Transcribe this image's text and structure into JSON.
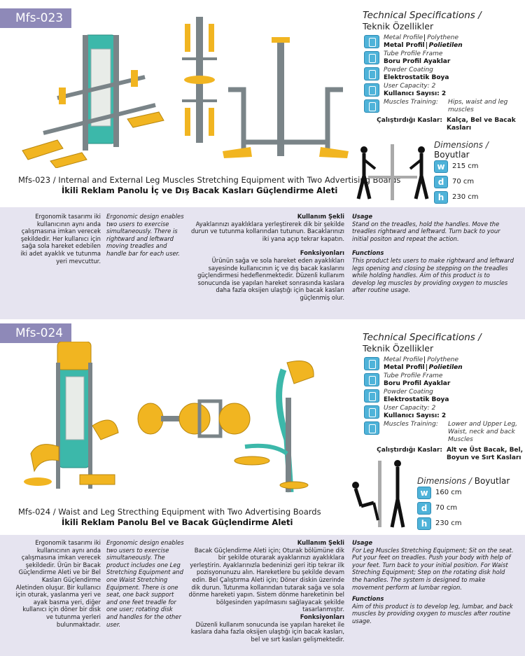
{
  "products": [
    {
      "code": "Mfs-023",
      "title_en_1": "Mfs-023 / Internal and External Leg Muscles Stretching Equipment with",
      "title_en_2": "Two Advertising Boards",
      "title_tr": "İkili Reklam Panolu İç ve Dış Bacak Kasları Güçlendirme Aleti",
      "spec_title_en": "Technical Specifications /",
      "spec_title_tr": "Teknik Özellikler",
      "specs": {
        "metal_en": "Metal Profile",
        "metal_poly_en": "Polythene",
        "metal_tr": "Metal Profil",
        "metal_poly_tr": "Polietilen",
        "tube_en": "Tube Profile Frame",
        "tube_tr": "Boru Profil Ayaklar",
        "powder_en": "Powder Coating",
        "powder_tr": "Elektrostatik Boya",
        "capacity_en": "User Capacity:  2",
        "capacity_tr": "Kullanıcı Sayısı: 2",
        "muscles_label_en": "Muscles Training:",
        "muscles_val_en": "Hips, waist and leg muscles",
        "muscles_label_tr": "Çalıştırdığı Kaslar:",
        "muscles_val_tr": "Kalça, Bel ve Bacak Kasları"
      },
      "dims_title_en": "Dimensions /",
      "dims_title_tr": "Boyutlar",
      "dims": [
        {
          "key": "w",
          "value": "215 cm"
        },
        {
          "key": "d",
          "value": "70 cm"
        },
        {
          "key": "h",
          "value": "230 cm"
        }
      ],
      "desc_tr": "Ergonomik tasarımı iki kullanıcının aynı anda çalışmasına imkan verecek şekildedir. Her kullanıcı için sağa sola hareket edebilen iki adet ayaklık ve tutunma yeri mevcuttur.",
      "desc_en": "Ergonomic design enables two users to exercise simultaneously.  There is rightward and leftward moving treadles and handle bar for each user.",
      "usage_tr_head": "Kullanım Şekli",
      "usage_tr": "Ayaklarınızı ayaklıklara yerleştirerek dik bir şekilde durun ve tutunma kollarından tutunun. Bacaklarınızı iki yana açıp tekrar kapatın.",
      "func_tr_head": "Fonksiyonları",
      "func_tr": "Ürünün sağa ve sola hareket eden ayaklıkları sayesinde kullanıcının iç ve dış bacak kaslarını güçlendirmesi hedeflenmektedir. Düzenli kullanım sonucunda ise yapılan hareket sonrasında kaslara daha fazla oksijen ulaştığı için bacak kasları güçlenmiş olur.",
      "usage_en_head": "Usage",
      "usage_en": "Stand on the treadles, hold the handles. Move the treadles rightward and leftward. Turn back to your initial positon and repeat the action.",
      "func_en_head": "Functions",
      "func_en": "This product lets users to make rightward and leftward legs opening and closing be stepping on the treadles while holding handles. Aim of this product is to develop leg muscles by providing oxygen to muscles after routine usage."
    },
    {
      "code": "Mfs-024",
      "title_en_1": "Mfs-024 / Waist and Leg Strecthing Equipment with Two Advertising Boards",
      "title_tr": "İkili Reklam Panolu Bel ve Bacak Güçlendirme Aleti",
      "spec_title_en": "Technical Specifications /",
      "spec_title_tr": "Teknik Özellikler",
      "specs": {
        "metal_en": "Metal Profile",
        "metal_poly_en": "Polythene",
        "metal_tr": "Metal Profil",
        "metal_poly_tr": "Polietilen",
        "tube_en": "Tube Profile Frame",
        "tube_tr": "Boru Profil Ayaklar",
        "powder_en": "Powder Coating",
        "powder_tr": "Elektrostatik Boya",
        "capacity_en": "User Capacity:  2",
        "capacity_tr": "Kullanıcı Sayısı: 2",
        "muscles_label_en": "Muscles Training:",
        "muscles_val_en": "Lower and Upper Leg, Waist, neck and back Muscles",
        "muscles_label_tr": "Çalıştırdığı Kaslar:",
        "muscles_val_tr": "Alt ve Üst Bacak, Bel, Boyun ve Sırt Kasları"
      },
      "dims_title_en": "Dimensions /",
      "dims_title_tr": "Boyutlar",
      "dims": [
        {
          "key": "w",
          "value": "160 cm"
        },
        {
          "key": "d",
          "value": "70 cm"
        },
        {
          "key": "h",
          "value": "230 cm"
        }
      ],
      "desc_tr": "Ergonomik tasarımı iki kullanıcının aynı anda çalışmasına imkan verecek şekildedir. Ürün bir Bacak Güçlendirme Aleti ve bir Bel Kasları Güçlendirme Aletinden oluşur. Bir kullanıcı için oturak, yaslanma yeri ve ayak basma yeri, diğer kullanıcı için döner bir disk ve tutunma yerleri bulunmaktadır.",
      "desc_en": "Ergonomic design enables two users to exercise simultaneously. The product includes one Leg Stretching Equipment and one Waist Stretching Equipment. There is one seat, one back support and one feet treadle for one user; rotating disk and handles for the other user.",
      "usage_tr_head": "Kullanım Şekli",
      "usage_tr": "Bacak Güçlendirme Aleti için; Oturak bölümüne dik bir şekilde oturarak ayaklarınızı ayaklıklara yerleştirin. Ayaklarınızla bedeninizi geri itip tekrar ilk pozisyonunuzu alın. Hareketlere bu şekilde devam edin.  Bel Çalıştırma Aleti için; Döner diskin üzerinde dik durun. Tutunma kollarından tutarak sağa ve sola dönme hareketi yapın. Sistem dönme hareketinin bel bölgesinden yapılmasını sağlayacak şekilde tasarlanmıştır.",
      "func_tr_head": "Fonksiyonları",
      "func_tr": "Düzenli kullanım sonucunda ise yapılan hareket ile kaslara daha fazla oksijen ulaştığı için bacak kasları, bel ve sırt kasları gelişmektedir.",
      "usage_en_head": "Usage",
      "usage_en": "For Leg Muscles Stretching Equipment; Sit on the seat. Put your feet on treadles. Push your body with help of your feet. Turn back to your initial position. For Waist Streching Equipment; Step on the rotating disk hold the handles. The system is designed to make movement perform at lumbar region.",
      "func_en_head": "Functions",
      "func_en": "Aim of this product is to develop leg, lumbar, and back muscles by providing oxygen to muscles after routine usage."
    }
  ],
  "colors": {
    "badge": "#8e89b8",
    "band": "#e6e4f0",
    "frame": "#7a8488",
    "yellow": "#f1b521",
    "teal": "#3cb8aa"
  }
}
